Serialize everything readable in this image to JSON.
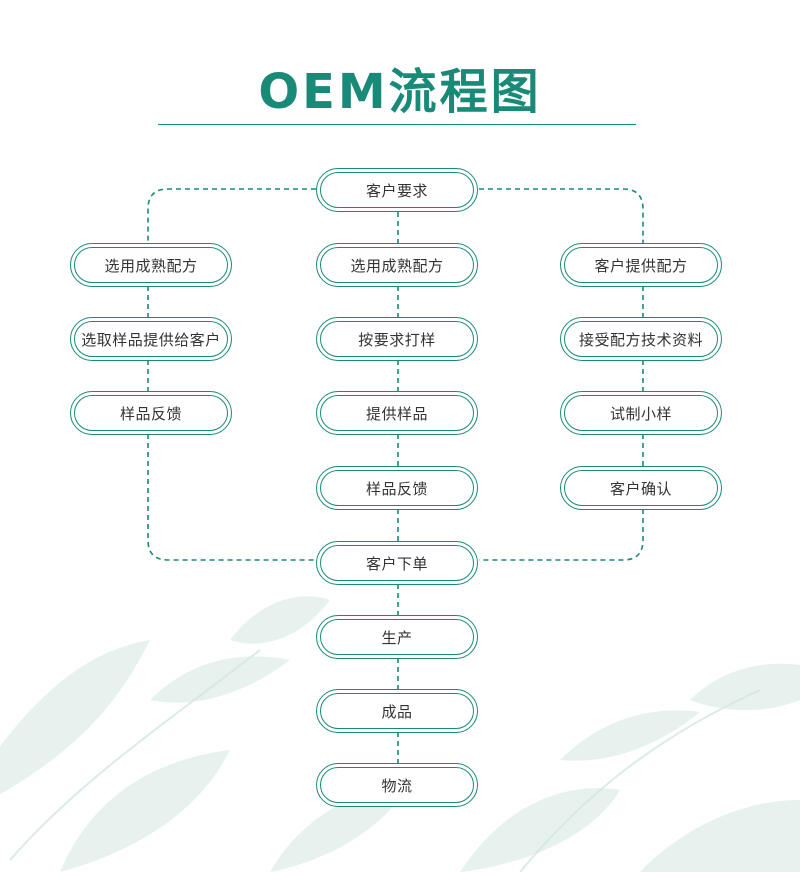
{
  "title": "OEM流程图",
  "colors": {
    "accent": "#1a8a78",
    "text": "#333333",
    "leaf": "#dcebe6"
  },
  "nodes": {
    "customer_request": "客户要求",
    "left_1": "选用成熟配方",
    "left_2": "选取样品提供给客户",
    "left_3": "样品反馈",
    "center_1": "选用成熟配方",
    "center_2": "按要求打样",
    "center_3": "提供样品",
    "center_4": "样品反馈",
    "right_1": "客户提供配方",
    "right_2": "接受配方技术资料",
    "right_3": "试制小样",
    "right_4": "客户确认",
    "customer_order": "客户下单",
    "production": "生产",
    "finished": "成品",
    "logistics": "物流"
  }
}
